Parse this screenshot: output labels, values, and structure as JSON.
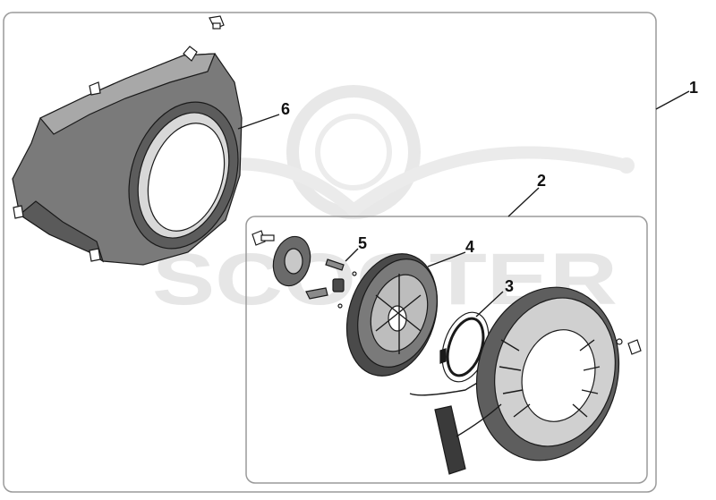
{
  "diagram": {
    "callouts": [
      {
        "id": "1",
        "label": "1"
      },
      {
        "id": "2",
        "label": "2"
      },
      {
        "id": "3",
        "label": "3"
      },
      {
        "id": "4",
        "label": "4"
      },
      {
        "id": "5",
        "label": "5"
      },
      {
        "id": "6",
        "label": "6"
      }
    ],
    "watermark": {
      "text": "SCOOTER"
    },
    "colors": {
      "line": "#1a1a1a",
      "part_fill": "#6e6e6e",
      "part_dark": "#3a3a3a",
      "part_light": "#d0d0d0",
      "watermark": "#e6e6e6",
      "frame": "#9a9a9a"
    }
  }
}
